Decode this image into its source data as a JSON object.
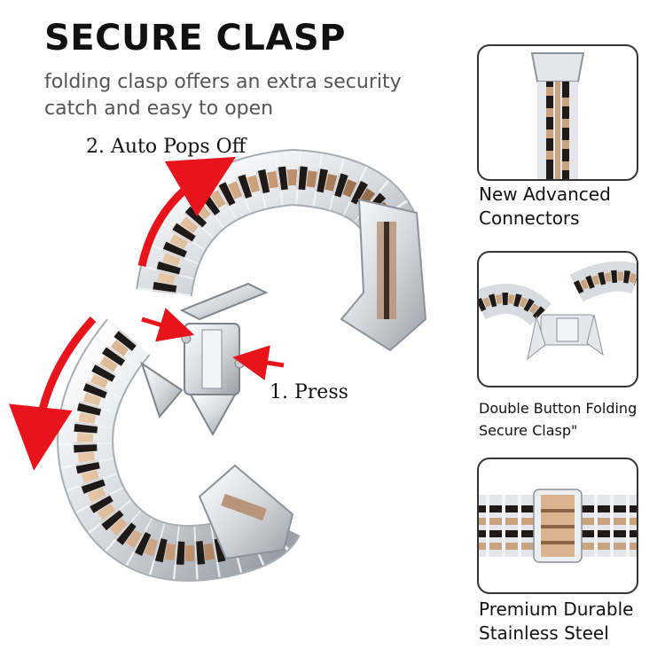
{
  "header": {
    "title": "SECURE CLASP",
    "subtitle": "folding clasp offers an extra security catch and easy to open"
  },
  "illustration": {
    "step2_label": "2. Auto Pops Off",
    "step1_label": "1. Press",
    "arrow_color": "#e8141b"
  },
  "features": [
    {
      "caption": "New Advanced Connectors"
    },
    {
      "caption": "Double Button Folding Secure Clasp\""
    },
    {
      "caption": "Premium Durable Stainless Steel"
    }
  ],
  "colors": {
    "silver": "#e4e6ea",
    "rose_gold": "#c9a27e",
    "panel_border": "#333333",
    "text": "#111111",
    "subtitle": "#555555"
  }
}
